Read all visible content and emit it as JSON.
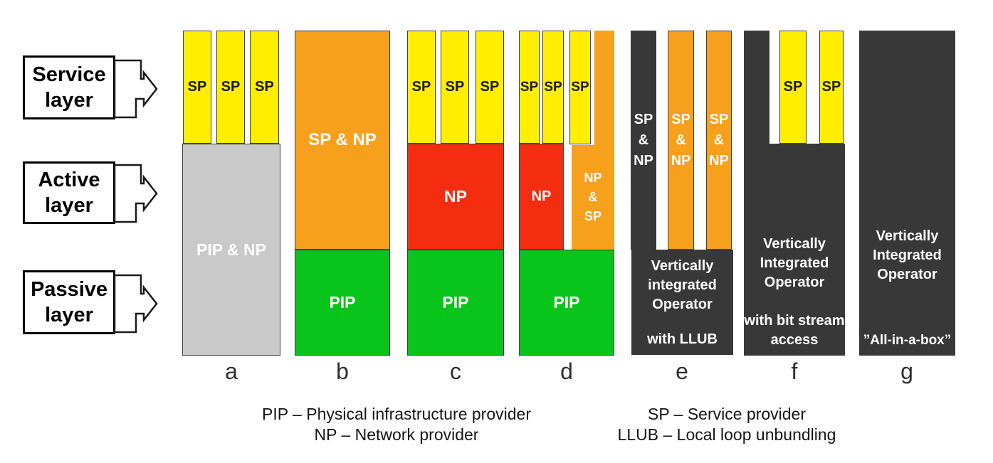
{
  "layer_labels": [
    {
      "label": "Service layer"
    },
    {
      "label": "Active layer"
    },
    {
      "label": "Passive layer"
    }
  ],
  "columns": [
    {
      "letter": "a",
      "sp": [
        "SP",
        "SP",
        "SP"
      ],
      "main": "PIP & NP"
    },
    {
      "letter": "b",
      "top": "SP & NP",
      "bottom": "PIP"
    },
    {
      "letter": "c",
      "sp": [
        "SP",
        "SP",
        "SP"
      ],
      "mid": "NP",
      "bottom": "PIP"
    },
    {
      "letter": "d",
      "sp": [
        "SP",
        "SP",
        "SP"
      ],
      "mid": "NP",
      "side": "NP & SP",
      "bottom": "PIP"
    },
    {
      "letter": "e",
      "cols": [
        "SP & NP",
        "SP & NP",
        "SP & NP"
      ],
      "box": {
        "line1": "Vertically integrated Operator",
        "line2": "with LLUB"
      }
    },
    {
      "letter": "f",
      "sp": [
        "SP",
        "SP"
      ],
      "box": {
        "line1": "Vertically Integrated Operator",
        "line2": "with bit stream access"
      }
    },
    {
      "letter": "g",
      "box": {
        "line1": "Vertically Integrated Operator",
        "line2": "”All-in-a-box”"
      }
    }
  ],
  "legend": {
    "left": [
      "PIP – Physical infrastructure provider",
      "NP – Network provider"
    ],
    "right": [
      "SP – Service provider",
      "LLUB – Local loop unbundling"
    ]
  },
  "colors": {
    "yellow": "#FFEE00",
    "orange": "#F7A01C",
    "red": "#F52D10",
    "green": "#09C41B",
    "gray": "#C9C9C9",
    "dark": "#383838"
  }
}
